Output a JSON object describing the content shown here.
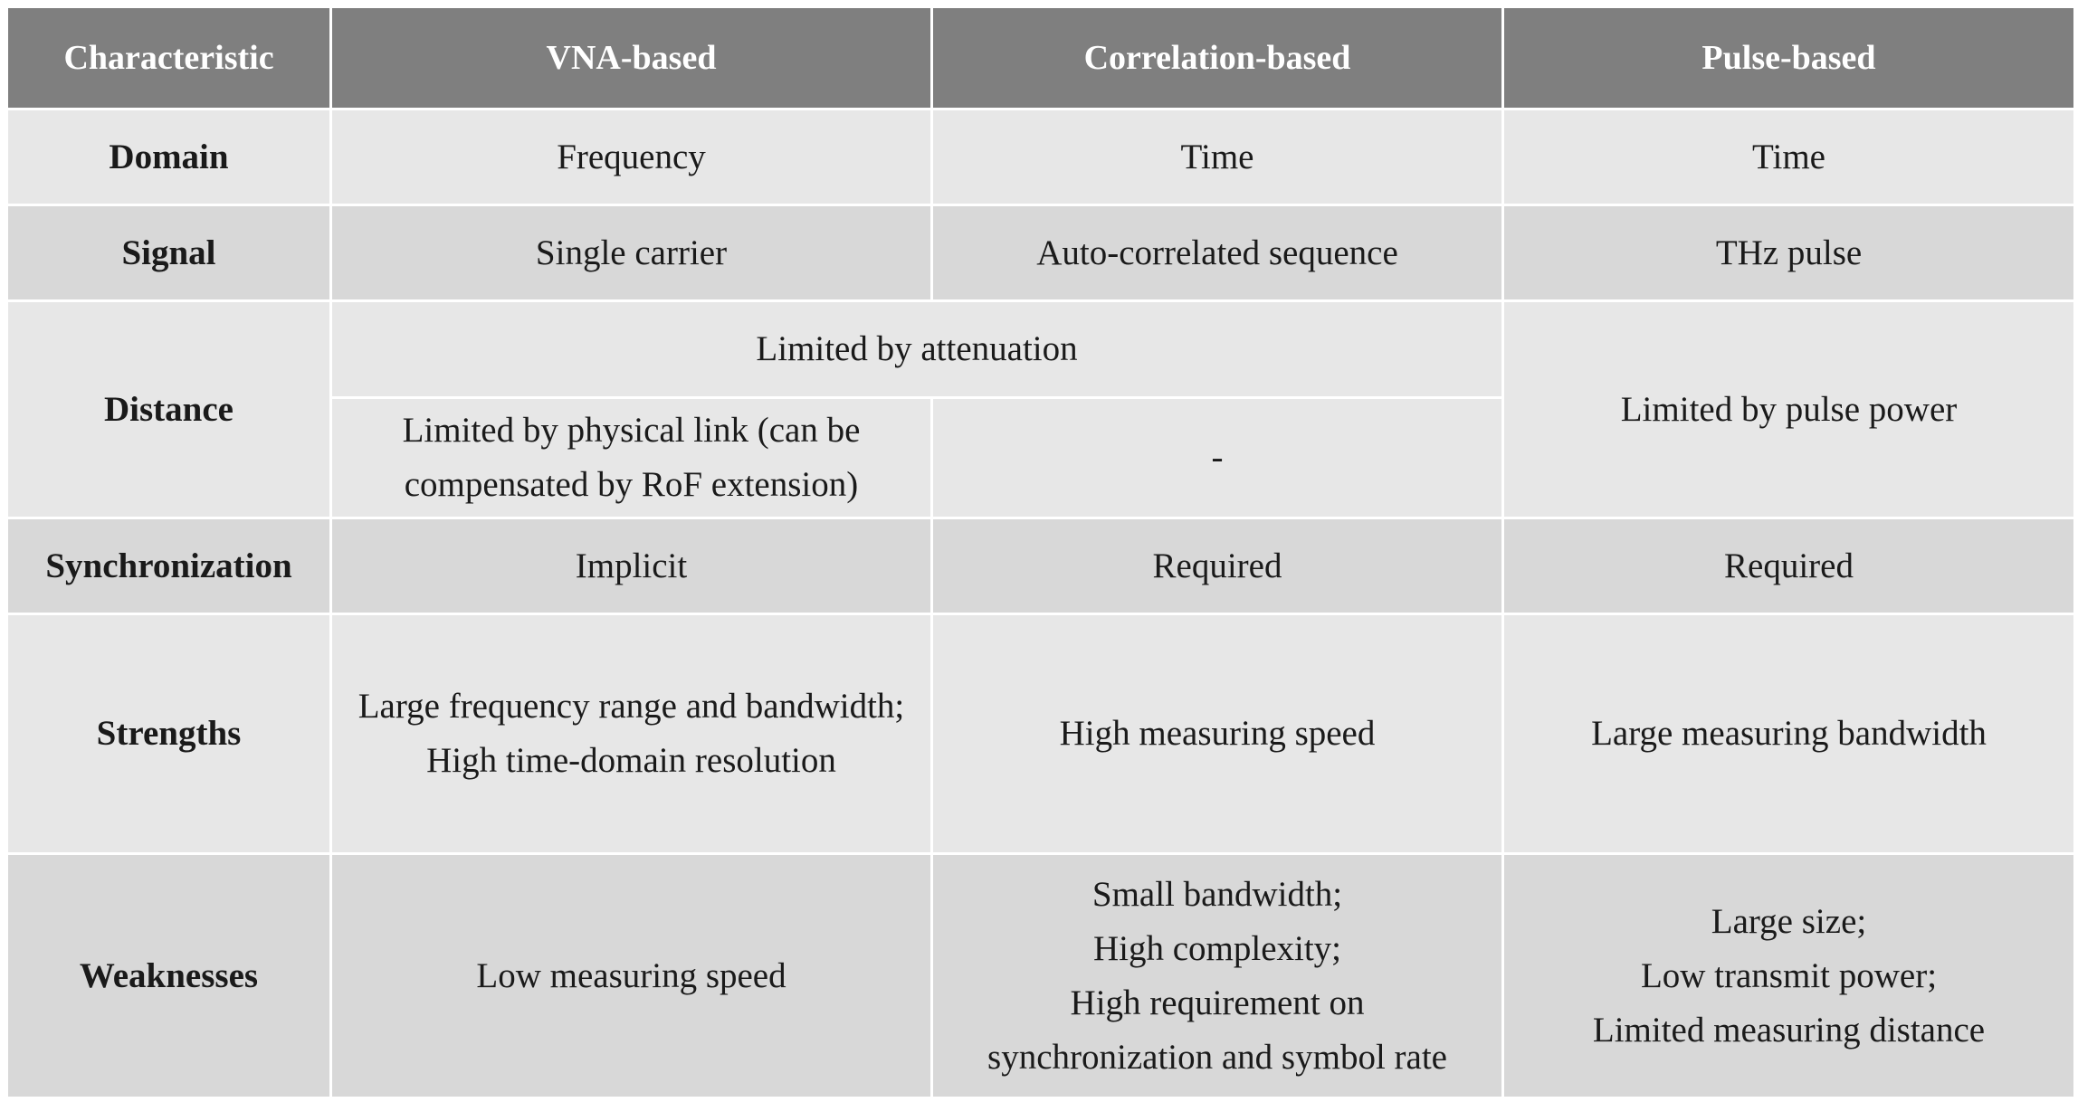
{
  "header": {
    "characteristic": "Characteristic",
    "vna": "VNA-based",
    "correlation": "Correlation-based",
    "pulse": "Pulse-based"
  },
  "rows": {
    "domain": {
      "label": "Domain",
      "vna": "Frequency",
      "correlation": "Time",
      "pulse": "Time"
    },
    "signal": {
      "label": "Signal",
      "vna": "Single carrier",
      "correlation": "Auto-correlated sequence",
      "pulse": "THz pulse"
    },
    "distance": {
      "label": "Distance",
      "shared": "Limited by attenuation",
      "vna_line1": "Limited by physical link (can be",
      "vna_line2": "compensated by RoF extension)",
      "correlation": "-",
      "pulse": "Limited by pulse power"
    },
    "synchronization": {
      "label": "Synchronization",
      "vna": "Implicit",
      "correlation": "Required",
      "pulse": "Required"
    },
    "strengths": {
      "label": "Strengths",
      "vna_line1": "Large frequency range and bandwidth;",
      "vna_line2": "High time-domain resolution",
      "correlation": "High measuring speed",
      "pulse": "Large measuring bandwidth"
    },
    "weaknesses": {
      "label": "Weaknesses",
      "vna": "Low measuring speed",
      "correlation_line1": "Small bandwidth;",
      "correlation_line2": "High complexity;",
      "correlation_line3": "High requirement on",
      "correlation_line4": "synchronization and symbol rate",
      "pulse_line1": "Large size;",
      "pulse_line2": "Low transmit power;",
      "pulse_line3": "Limited measuring distance"
    }
  },
  "colors": {
    "header_bg": "#7f7f7f",
    "row_light": "#e7e7e7",
    "row_dark": "#d8d8d8",
    "grid": "#ffffff"
  }
}
